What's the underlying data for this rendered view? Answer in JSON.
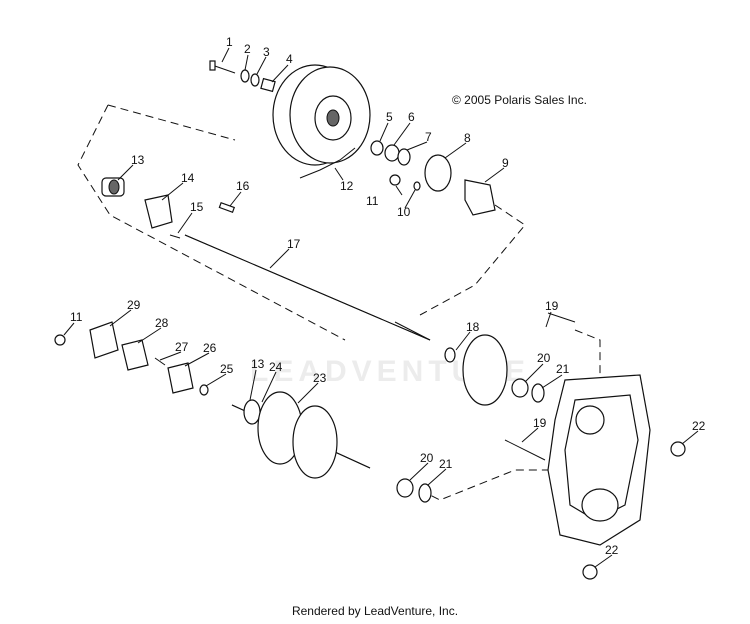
{
  "copyright": "© 2005 Polaris Sales Inc.",
  "footer": "Rendered by LeadVenture, Inc.",
  "watermark": "LEADVENTURE",
  "callouts": {
    "c1": "1",
    "c2": "2",
    "c3": "3",
    "c4": "4",
    "c5": "5",
    "c6": "6",
    "c7": "7",
    "c8": "8",
    "c9": "9",
    "c10": "10",
    "c11a": "11",
    "c12": "12",
    "c13a": "13",
    "c14": "14",
    "c15": "15",
    "c16": "16",
    "c17": "17",
    "c18": "18",
    "c19a": "19",
    "c20a": "20",
    "c21a": "21",
    "c22a": "22",
    "c11b": "11",
    "c29": "29",
    "c28": "28",
    "c27": "27",
    "c26": "26",
    "c25": "25",
    "c13b": "13",
    "c24": "24",
    "c23": "23",
    "c19b": "19",
    "c20b": "20",
    "c21b": "21",
    "c22b": "22"
  }
}
